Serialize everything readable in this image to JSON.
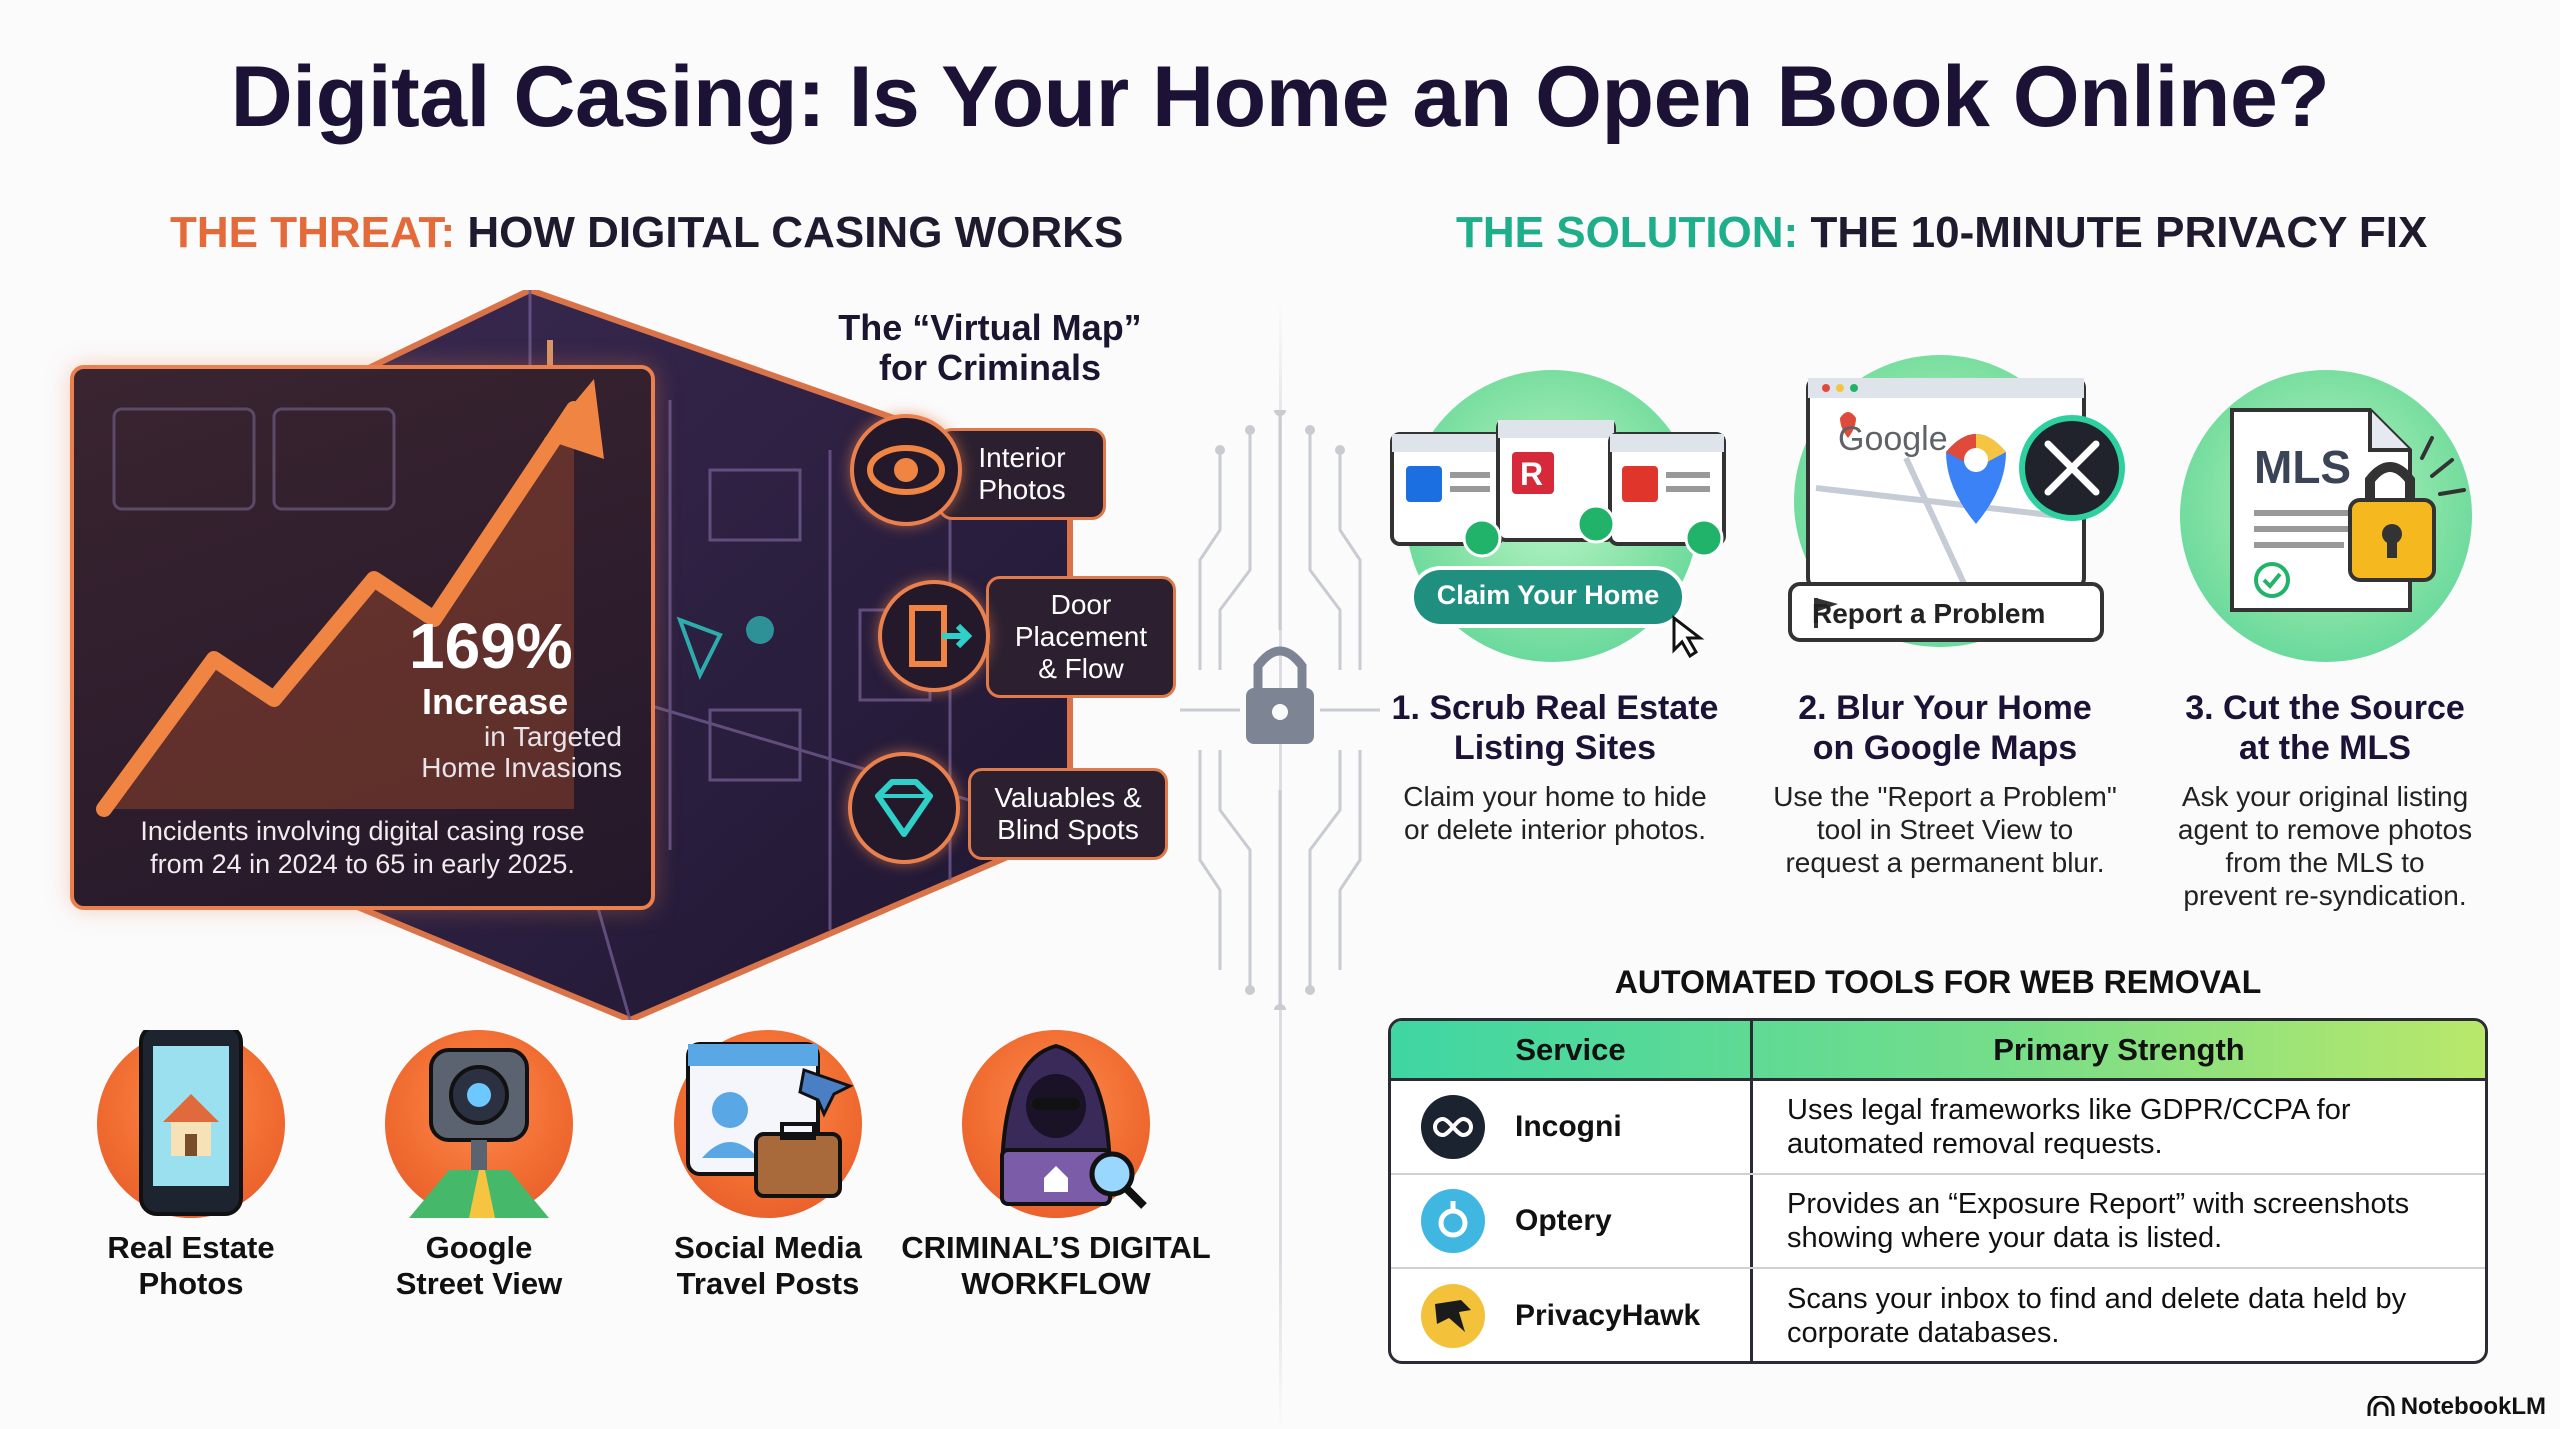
{
  "title": "Digital Casing: Is Your Home an Open Book Online?",
  "threat": {
    "label": "THE THREAT:",
    "heading": "HOW DIGITAL CASING WORKS",
    "stat": {
      "value": "169%",
      "label": "Increase",
      "sub_line1": "in Targeted",
      "sub_line2": "Home Invasions",
      "note_line1": "Incidents involving digital casing rose",
      "note_line2": "from 24 in 2024 to 65 in early 2025."
    },
    "virtual_map": {
      "title_line1": "The “Virtual Map”",
      "title_line2": "for Criminals",
      "features": [
        {
          "line1": "Interior",
          "line2": "Photos",
          "line3": "",
          "icon": "eye-icon"
        },
        {
          "line1": "Door",
          "line2": "Placement",
          "line3": "& Flow",
          "icon": "door-icon"
        },
        {
          "line1": "Valuables &",
          "line2": "Blind Spots",
          "line3": "",
          "icon": "diamond-icon"
        }
      ]
    },
    "sources": [
      {
        "line1": "Real Estate",
        "line2": "Photos",
        "icon": "phone-house-icon"
      },
      {
        "line1": "Google",
        "line2": "Street View",
        "icon": "camera-map-icon"
      },
      {
        "line1": "Social Media",
        "line2": "Travel Posts",
        "icon": "travel-post-icon"
      },
      {
        "line1": "CRIMINAL’S DIGITAL",
        "line2": "WORKFLOW",
        "icon": "hooded-hacker-icon"
      }
    ]
  },
  "solution": {
    "label": "THE SOLUTION:",
    "heading": "THE 10-MINUTE PRIVACY FIX",
    "steps": [
      {
        "badge": "Claim Your Home",
        "title_line1": "1. Scrub Real Estate",
        "title_line2": "Listing Sites",
        "desc": [
          "Claim your home to hide",
          "or delete interior photos."
        ]
      },
      {
        "badge": "Report a Problem",
        "brand": "Google",
        "title_line1": "2. Blur Your Home",
        "title_line2": "on Google Maps",
        "desc": [
          "Use the \"Report a Problem\"",
          "tool in Street View to",
          "request a permanent blur."
        ]
      },
      {
        "badge": "MLS",
        "title_line1": "3. Cut the Source",
        "title_line2": "at the MLS",
        "desc": [
          "Ask your original listing",
          "agent to remove photos",
          "from the MLS to",
          "prevent re-syndication."
        ]
      }
    ],
    "tools": {
      "title": "AUTOMATED TOOLS FOR WEB REMOVAL",
      "headers": [
        "Service",
        "Primary Strength"
      ],
      "rows": [
        {
          "service": "Incogni",
          "line1": "Uses legal frameworks like GDPR/CCPA for",
          "line2": "automated removal requests.",
          "color": "#1b2230"
        },
        {
          "service": "Optery",
          "line1": "Provides an “Exposure Report” with screenshots",
          "line2": "showing where your data is listed.",
          "color": "#3fb7e0"
        },
        {
          "service": "PrivacyHawk",
          "line1": "Scans your inbox to find and delete data held by",
          "line2": "corporate databases.",
          "color": "#f3c23a"
        }
      ]
    }
  },
  "brand": "NotebookLM",
  "colors": {
    "threat": "#e46a3a",
    "solution": "#1fae8a",
    "accent": "#e9804d"
  }
}
